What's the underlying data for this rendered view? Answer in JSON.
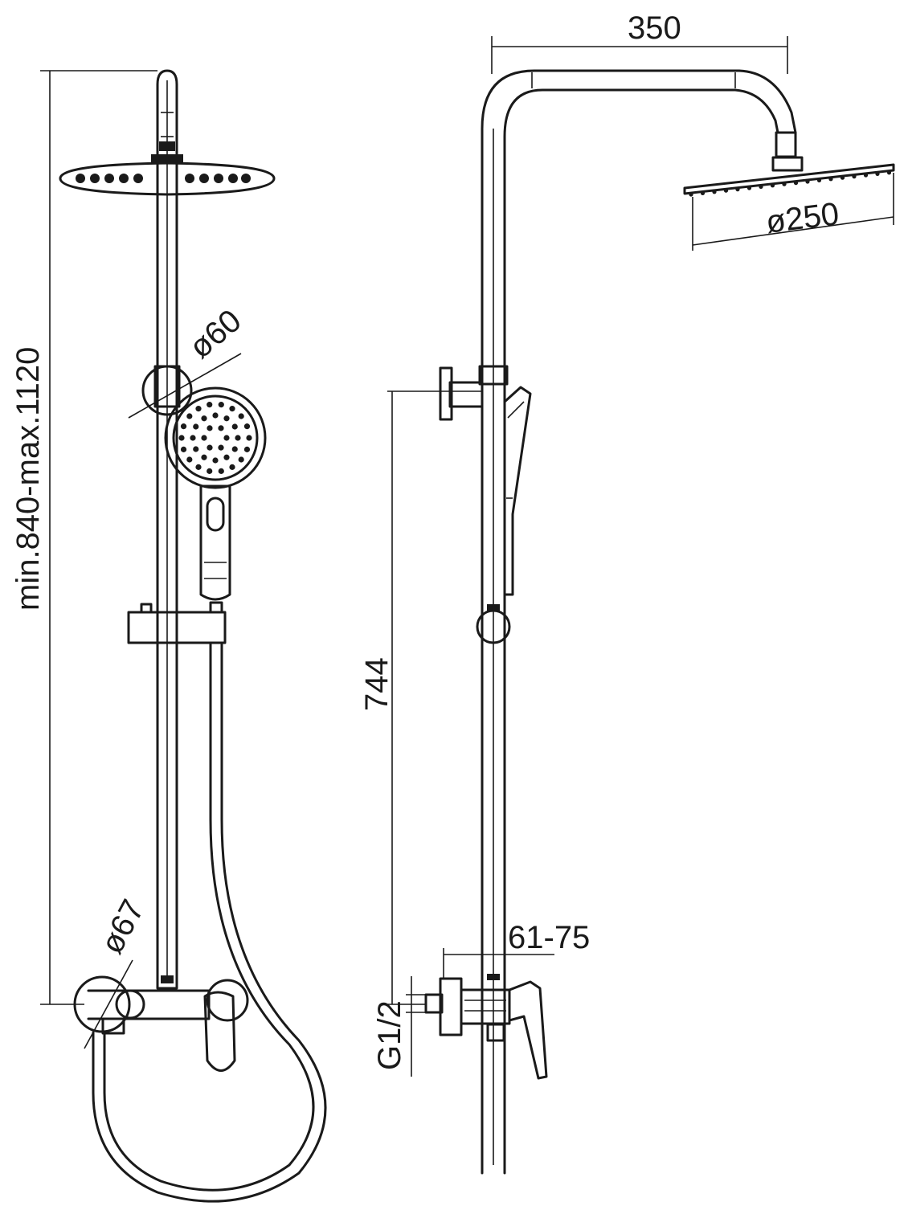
{
  "dimensions": {
    "total_width": "350",
    "head_diameter": "ø250",
    "hand_shower_diameter": "ø60",
    "height_range": "min.840-max.1120",
    "slide_bar_length": "744",
    "mixer_diameter": "ø67",
    "wall_offset": "61-75",
    "thread_size": "G1/2"
  },
  "colors": {
    "line": "#1a1a1a",
    "background": "#ffffff"
  }
}
